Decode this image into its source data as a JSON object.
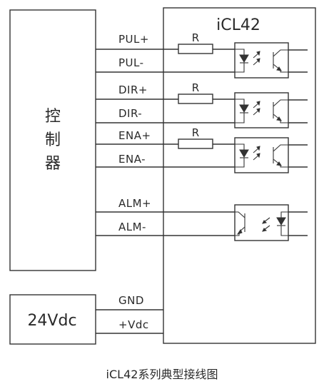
{
  "controller": {
    "label_lines": [
      "控",
      "制",
      "器"
    ]
  },
  "driver": {
    "title": "iCL42"
  },
  "power": {
    "label": "24Vdc"
  },
  "signals": {
    "pul_plus": "PUL+",
    "pul_minus": "PUL-",
    "dir_plus": "DIR+",
    "dir_minus": "DIR-",
    "ena_plus": "ENA+",
    "ena_minus": "ENA-",
    "alm_plus": "ALM+",
    "alm_minus": "ALM-",
    "gnd": "GND",
    "vdc": "+Vdc"
  },
  "resistor_label": "R",
  "caption": "iCL42系列典型接线图"
}
